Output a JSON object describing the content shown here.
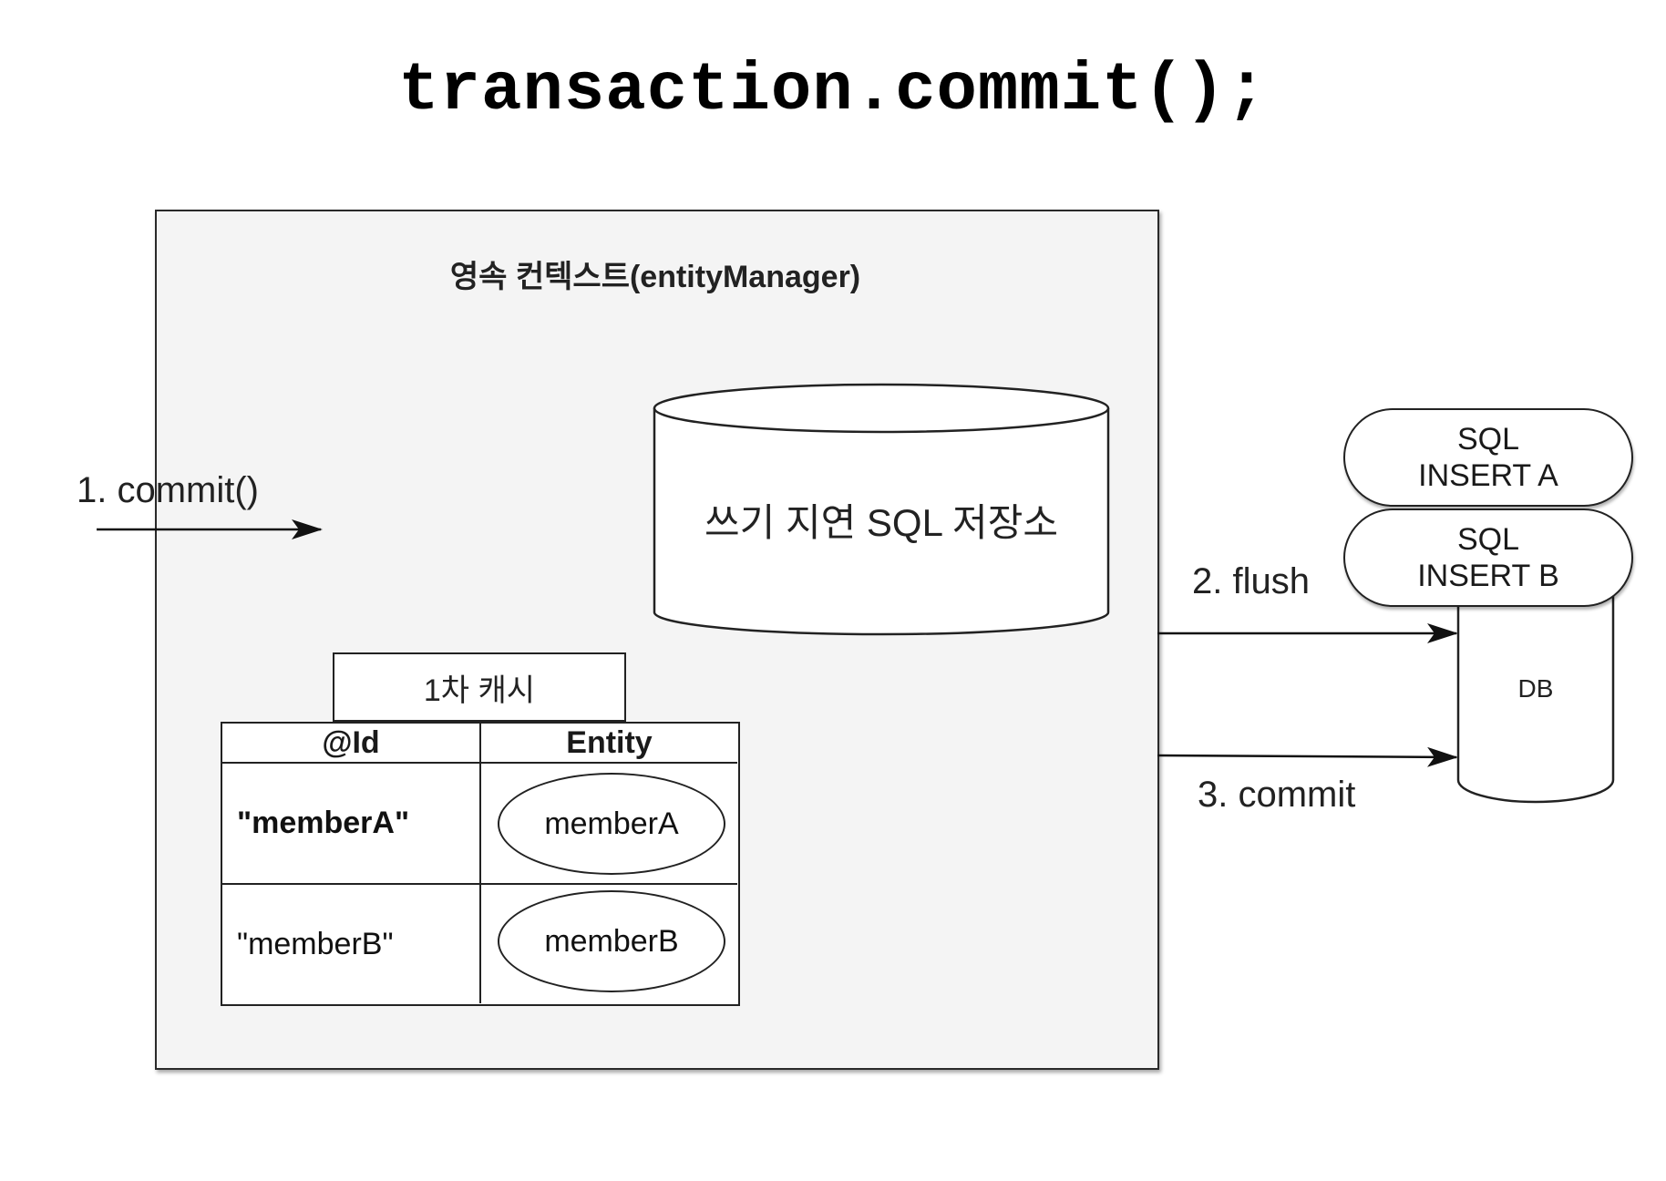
{
  "title": "transaction.commit();",
  "persistence_context": {
    "title": "영속 컨텍스트(entityManager)",
    "write_behind_store": "쓰기 지연 SQL 저장소",
    "first_level_cache": {
      "label": "1차 캐시",
      "columns": [
        "@Id",
        "Entity"
      ],
      "rows": [
        {
          "id": "\"memberA\"",
          "entity": "memberA"
        },
        {
          "id": "\"memberB\"",
          "entity": "memberB"
        }
      ]
    }
  },
  "steps": {
    "commit": "1. commit()",
    "flush": "2. flush",
    "db_commit": "3. commit"
  },
  "sql_queue": [
    {
      "line1": "SQL",
      "line2": "INSERT A"
    },
    {
      "line1": "SQL",
      "line2": "INSERT B"
    }
  ],
  "db_label": "DB"
}
